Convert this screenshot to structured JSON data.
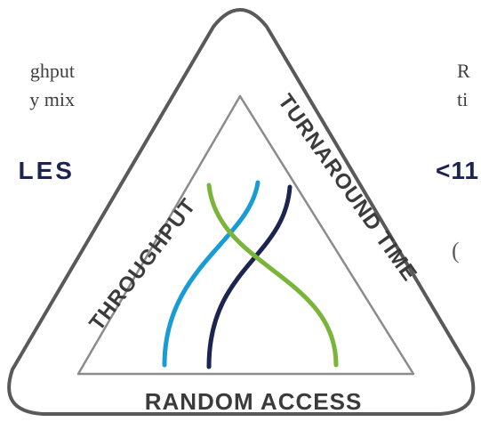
{
  "left_panel": {
    "line1": "ghput",
    "line2": "y mix",
    "big": "LES"
  },
  "right_panel": {
    "line1": "R",
    "line2": "ti",
    "big": "<11",
    "paren": "("
  },
  "triangle": {
    "label_left": "THROUGHPUT",
    "label_right": "TURNAROUND TIME",
    "label_bottom": "RANDOM ACCESS"
  },
  "colors": {
    "outline": "#595959",
    "inner_line": "#8c8c8c",
    "strand_green": "#7ab53a",
    "strand_light_blue": "#199bd6",
    "strand_navy": "#1c2450",
    "label": "#3b3b3b",
    "heading": "#1c2450"
  }
}
